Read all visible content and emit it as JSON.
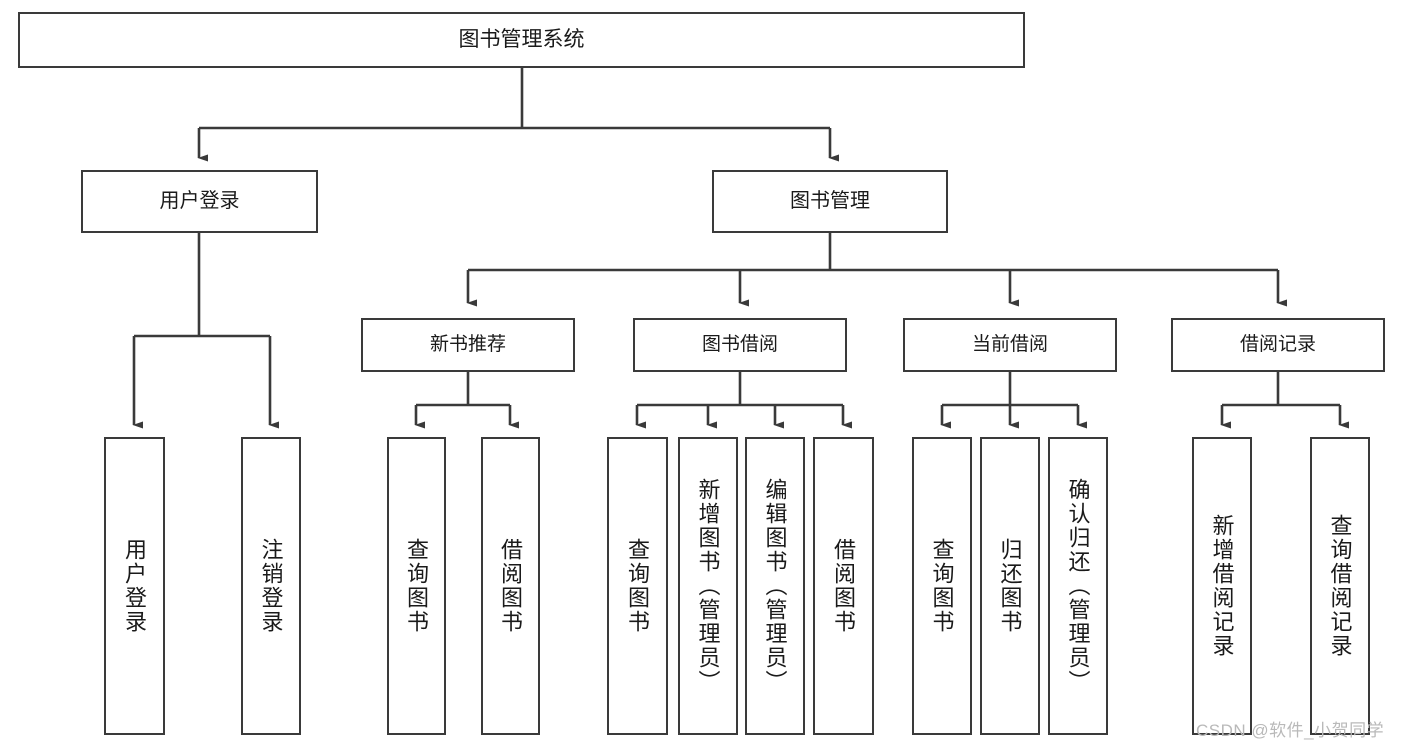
{
  "diagram": {
    "title": "图书管理系统",
    "type": "hierarchy-tree",
    "watermark": "CSDN @软件_小贺同学",
    "colors": {
      "box_border": "#3a3a3a",
      "box_fill": "#ffffff",
      "connector": "#3a3a3a",
      "text": "#1a1a1a",
      "watermark": "#b9b9b9"
    },
    "nodes": {
      "root": {
        "label": "图书管理系统",
        "level": 1
      },
      "user_login": {
        "label": "用户登录",
        "level": 2
      },
      "book_manage": {
        "label": "图书管理",
        "level": 2
      },
      "new_book_rec": {
        "label": "新书推荐",
        "level": 3
      },
      "book_borrow": {
        "label": "图书借阅",
        "level": 3
      },
      "current_borrow": {
        "label": "当前借阅",
        "level": 3
      },
      "borrow_record": {
        "label": "借阅记录",
        "level": 3
      },
      "leaf_user_login": {
        "label": "用户登录",
        "level": 4
      },
      "leaf_logout": {
        "label": "注销登录",
        "level": 4
      },
      "leaf_query_book_1": {
        "label": "查询图书",
        "level": 4
      },
      "leaf_borrow_book_1": {
        "label": "借阅图书",
        "level": 4
      },
      "leaf_query_book_2": {
        "label": "查询图书",
        "level": 4
      },
      "leaf_add_book": {
        "label": "新增图书（管理员）",
        "level": 4
      },
      "leaf_edit_book": {
        "label": "编辑图书（管理员）",
        "level": 4
      },
      "leaf_borrow_book_2": {
        "label": "借阅图书",
        "level": 4
      },
      "leaf_query_book_3": {
        "label": "查询图书",
        "level": 4
      },
      "leaf_return_book": {
        "label": "归还图书",
        "level": 4
      },
      "leaf_confirm_return": {
        "label": "确认归还（管理员）",
        "level": 4
      },
      "leaf_add_record": {
        "label": "新增借阅记录",
        "level": 4
      },
      "leaf_query_record": {
        "label": "查询借阅记录",
        "level": 4
      }
    }
  }
}
